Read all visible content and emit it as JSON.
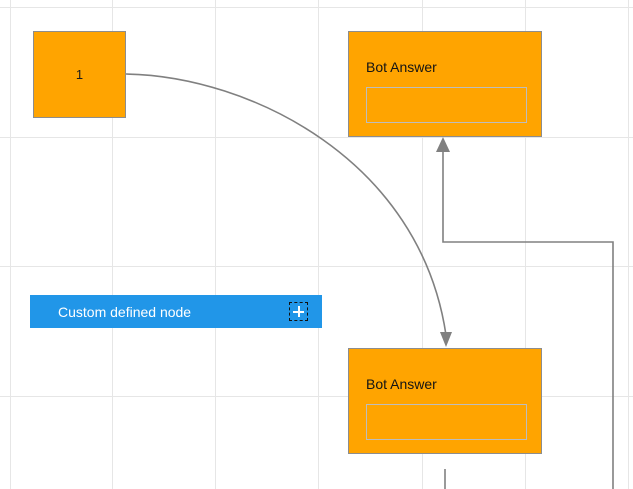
{
  "canvas": {
    "background_color": "#ffffff",
    "grid_color": "#e6e6e6",
    "grid_vertical_x": [
      10,
      112,
      215,
      318,
      422,
      525,
      628
    ],
    "grid_horizontal_y": [
      7,
      137,
      266,
      396
    ]
  },
  "palette": {
    "label": "Custom defined node",
    "add_icon": "plus-icon",
    "background_color": "#2196e8",
    "text_color": "#ffffff"
  },
  "nodes": [
    {
      "id": "start",
      "label": "1",
      "type": "start-node",
      "fill": "#FFA400",
      "border": "#8d8d8d"
    },
    {
      "id": "bot-answer-top",
      "title": "Bot Answer",
      "slot_text": "",
      "type": "bot-answer-node",
      "fill": "#FFA400",
      "border": "#8d8d8d"
    },
    {
      "id": "bot-answer-bottom",
      "title": "Bot Answer",
      "slot_text": "",
      "type": "bot-answer-node",
      "fill": "#FFA400",
      "border": "#8d8d8d"
    }
  ],
  "connectors": {
    "stroke_color": "#808080",
    "stroke_width": 1.6,
    "edges": [
      {
        "id": "edge-start-to-bot-bottom",
        "from": "start",
        "to": "bot-answer-bottom",
        "shape": "curve",
        "arrow": "down"
      },
      {
        "id": "edge-bot-bottom-to-bot-top",
        "from": "bot-answer-bottom",
        "to": "bot-answer-top",
        "shape": "orthogonal",
        "arrow": "up"
      }
    ]
  }
}
